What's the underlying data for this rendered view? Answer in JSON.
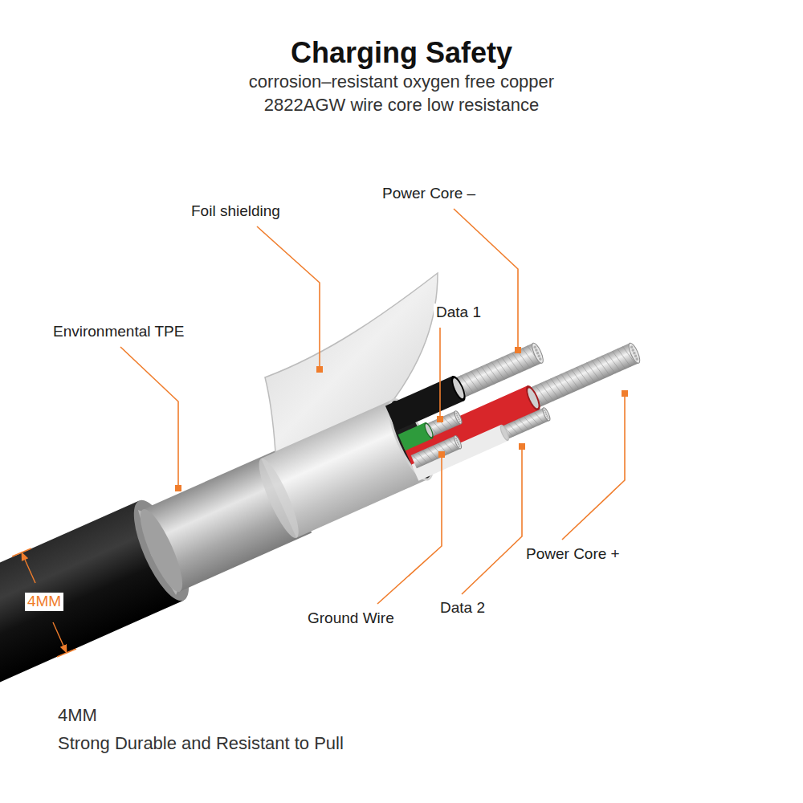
{
  "diagram": {
    "title": "Charging Safety",
    "labels": [
      "corrosion–resistant oxygen free copper 2822AGW wire core low resistance",
      "Foil shielding",
      "Power Core –",
      "Data 1",
      "Environmental TPE",
      "Power Core +",
      "Ground Wire",
      "Data 2",
      "4MM",
      "4MM",
      "Strong Durable and Resistant to Pull"
    ]
  }
}
